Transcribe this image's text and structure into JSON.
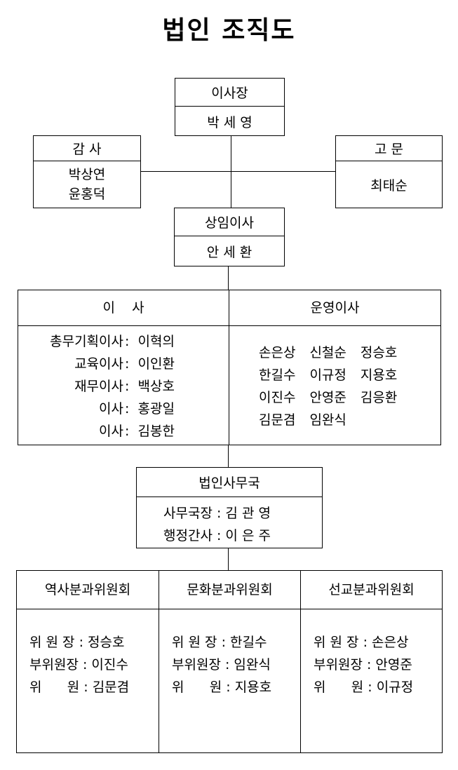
{
  "title": "법인 조직도",
  "chairman": {
    "label": "이사장",
    "name": "박 세 영"
  },
  "auditor": {
    "label": "감 사",
    "names": [
      "박상연",
      "윤홍덕"
    ]
  },
  "advisor": {
    "label": "고 문",
    "name": "최태순"
  },
  "standing_director": {
    "label": "상임이사",
    "name": "안 세 환"
  },
  "directors": {
    "label": "이    사",
    "members": [
      {
        "role": "총무기획이사",
        "name": "이혁의"
      },
      {
        "role": "교육이사",
        "name": "이인환"
      },
      {
        "role": "재무이사",
        "name": "백상호"
      },
      {
        "role": "이사",
        "name": "홍광일"
      },
      {
        "role": "이사",
        "name": "김봉한"
      }
    ]
  },
  "operating_directors": {
    "label": "운영이사",
    "rows": [
      [
        "손은상",
        "신철순",
        "정승호"
      ],
      [
        "한길수",
        "이규정",
        "지용호"
      ],
      [
        "이진수",
        "안영준",
        "김응환"
      ],
      [
        "김문겸",
        "임완식"
      ]
    ]
  },
  "secretariat": {
    "label": "법인사무국",
    "members": [
      {
        "role": "사무국장",
        "name": "김 관 영"
      },
      {
        "role": "행정간사",
        "name": "이 은 주"
      }
    ]
  },
  "committees": [
    {
      "label": "역사분과위원회",
      "members": [
        {
          "role": "위 원 장",
          "name": "정승호"
        },
        {
          "role": "부위원장",
          "name": "이진수"
        },
        {
          "role": "위      원",
          "name": "김문겸"
        }
      ]
    },
    {
      "label": "문화분과위원회",
      "members": [
        {
          "role": "위 원 장",
          "name": "한길수"
        },
        {
          "role": "부위원장",
          "name": "임완식"
        },
        {
          "role": "위      원",
          "name": "지용호"
        }
      ]
    },
    {
      "label": "선교분과위원회",
      "members": [
        {
          "role": "위 원 장",
          "name": "손은상"
        },
        {
          "role": "부위원장",
          "name": "안영준"
        },
        {
          "role": "위      원",
          "name": "이규정"
        }
      ]
    }
  ],
  "separator": ":"
}
